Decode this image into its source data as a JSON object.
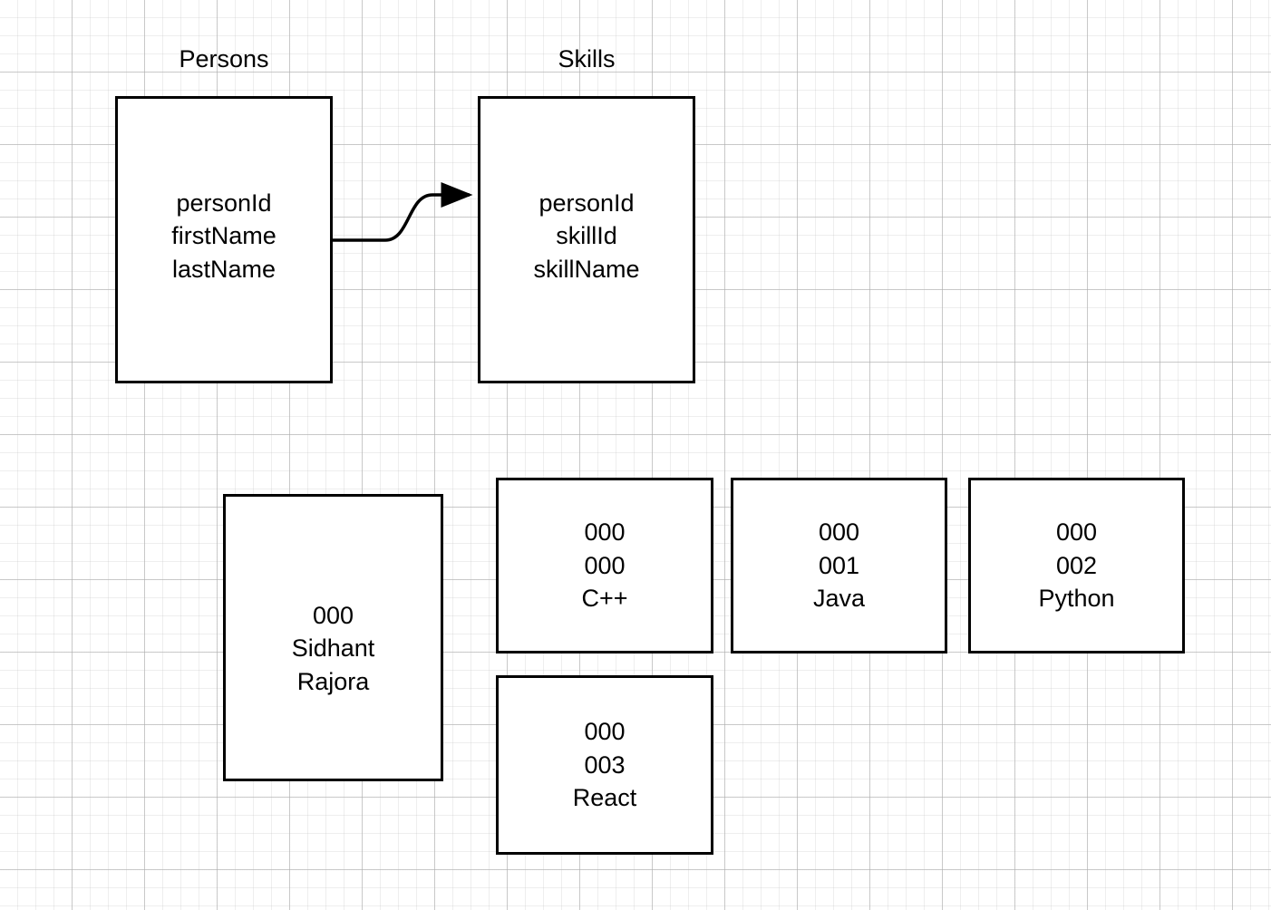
{
  "diagram": {
    "type": "entity-relationship-sketch",
    "background": "grid-paper",
    "stroke_color": "#000000",
    "fill_color": "#ffffff",
    "grid_minor_color": "#c8c8c8",
    "grid_major_color": "#aaaaaa"
  },
  "entities": [
    {
      "title": "Persons",
      "fields": [
        "personId",
        "firstName",
        "lastName"
      ]
    },
    {
      "title": "Skills",
      "fields": [
        "personId",
        "skillId",
        "skillName"
      ]
    }
  ],
  "relationship": {
    "from": "Persons",
    "to": "Skills",
    "arrow": "single-headed-curved"
  },
  "records": {
    "person": {
      "lines": [
        "000",
        "Sidhant",
        "Rajora"
      ]
    },
    "skills": [
      {
        "lines": [
          "000",
          "000",
          "C++"
        ]
      },
      {
        "lines": [
          "000",
          "001",
          "Java"
        ]
      },
      {
        "lines": [
          "000",
          "002",
          "Python"
        ]
      },
      {
        "lines": [
          "000",
          "003",
          "React"
        ]
      }
    ]
  }
}
